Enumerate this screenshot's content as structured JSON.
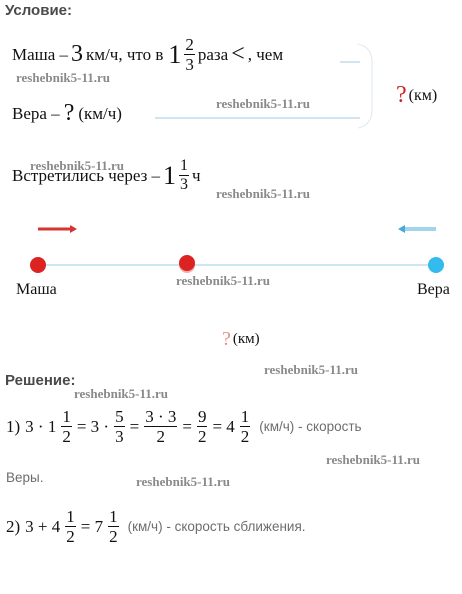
{
  "condition": {
    "header": "Условие:",
    "line1": {
      "prefix": "Маша –",
      "speed": "3",
      "unit": "км/ч, что в",
      "ratio_whole": "1",
      "ratio_num": "2",
      "ratio_den": "3",
      "ratio_word": "раза",
      "less_sign": "<",
      "suffix": ", чем"
    },
    "line2": {
      "prefix": "Вера –",
      "question": "?",
      "unit": "(км/ч)"
    },
    "right_label": {
      "question": "?",
      "unit": "(км)"
    },
    "line3": {
      "prefix": "Встретились через –",
      "whole": "1",
      "num": "1",
      "den": "3",
      "unit": "ч"
    }
  },
  "diagram": {
    "left_label": "Маша",
    "right_label": "Вера",
    "distance_question": "?",
    "distance_unit": "(км)",
    "colors": {
      "left": "#dd2222",
      "right": "#33bbee",
      "line": "#cce6f4"
    }
  },
  "solution": {
    "header": "Решение:",
    "step1": {
      "index": "1)",
      "t1": "3 · 1",
      "f1n": "1",
      "f1d": "2",
      "t2": "= 3 ·",
      "f2n": "5",
      "f2d": "3",
      "t3": "=",
      "f3n": "3 · 3",
      "f3d": "2",
      "t4": "=",
      "f4n": "9",
      "f4d": "2",
      "t5": "= 4",
      "f5n": "1",
      "f5d": "2",
      "comment": "(км/ч) - скорость",
      "comment2": "Веры."
    },
    "step2": {
      "index": "2)",
      "t1": "3 + 4",
      "f1n": "1",
      "f1d": "2",
      "t2": "= 7",
      "f2n": "1",
      "f2d": "2",
      "comment": "(км/ч) - скорость сближения."
    }
  },
  "watermark": "reshebnik5-11.ru"
}
